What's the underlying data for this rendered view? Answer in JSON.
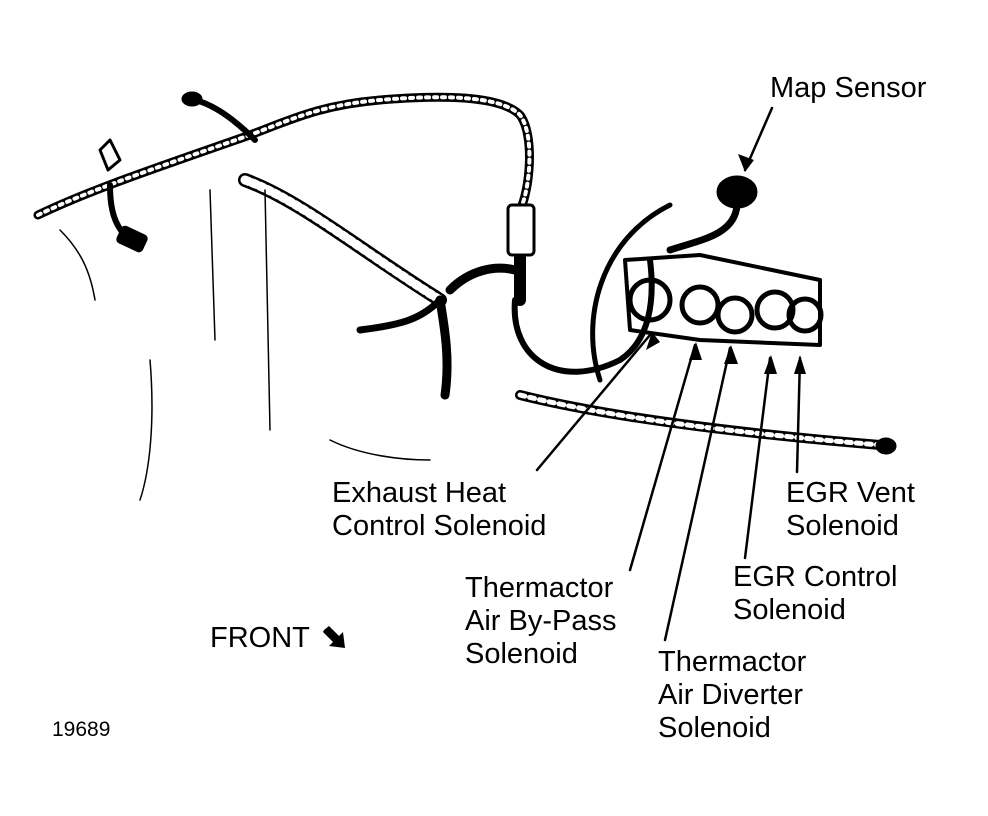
{
  "figure_number": "19689",
  "front_label": "FRONT",
  "front_icon": "arrow-down-right-icon",
  "labels": {
    "map_sensor": "Map Sensor",
    "exhaust_heat": [
      "Exhaust Heat",
      "Control Solenoid"
    ],
    "thermactor_bypass": [
      "Thermactor",
      "Air By-Pass",
      "Solenoid"
    ],
    "thermactor_diverter": [
      "Thermactor",
      "Air Diverter",
      "Solenoid"
    ],
    "egr_control": [
      "EGR Control",
      "Solenoid"
    ],
    "egr_vent": [
      "EGR Vent",
      "Solenoid"
    ]
  },
  "colors": {
    "ink": "#000000",
    "paper": "#ffffff"
  }
}
